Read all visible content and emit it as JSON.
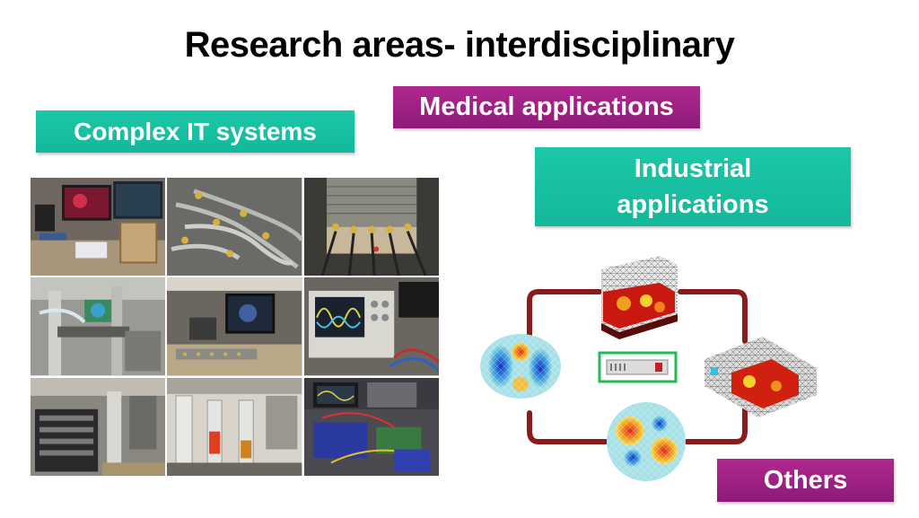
{
  "slide": {
    "title": "Research areas- interdisciplinary"
  },
  "labels": {
    "complex_it": "Complex IT systems",
    "medical": "Medical applications",
    "industrial": "Industrial applications",
    "others": "Others"
  },
  "colors": {
    "teal": "#17c0a2",
    "purple": "#a3238a",
    "loop": "#8b1a1a"
  },
  "collage": {
    "tiles": [
      {
        "name": "lab-monitor-sensor-photo"
      },
      {
        "name": "coaxial-cables-photo"
      },
      {
        "name": "tomography-sensor-cylinder-photo"
      },
      {
        "name": "lab-pipes-equipment-photo"
      },
      {
        "name": "lab-bench-monitor-photo"
      },
      {
        "name": "oscilloscope-photo"
      },
      {
        "name": "instrument-rack-photo"
      },
      {
        "name": "process-tanks-photo"
      },
      {
        "name": "electronics-workbench-photo"
      }
    ]
  }
}
